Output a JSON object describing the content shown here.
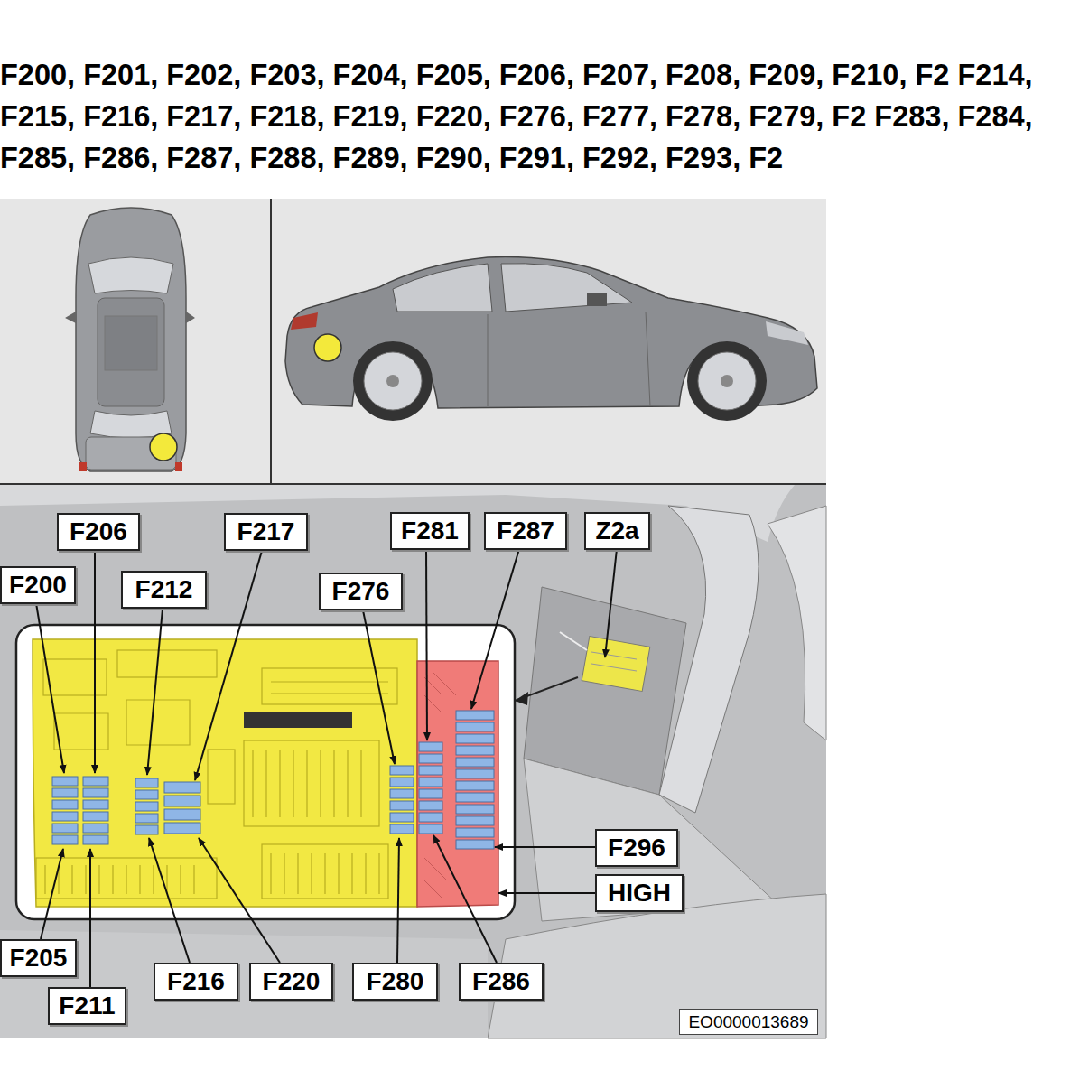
{
  "diagram": {
    "title": "F200, F201, F202, F203, F204, F205, F206, F207, F208, F209, F210, F2 F214, F215, F216, F217, F218, F219, F220, F276, F277, F278, F279, F2 F283, F284, F285, F286, F287, F288, F289, F290, F291, F292, F293, F2",
    "nodes": [
      {
        "text": [
          "F206"
        ]
      },
      {
        "text": [
          "F217"
        ]
      },
      {
        "text": [
          "F281"
        ]
      },
      {
        "text": [
          "F287"
        ]
      },
      {
        "text": [
          "Z2a"
        ]
      },
      {
        "text": [
          "F200"
        ]
      },
      {
        "text": [
          "F212"
        ]
      },
      {
        "text": [
          "F276"
        ]
      },
      {
        "text": [
          "F296"
        ]
      },
      {
        "text": [
          "HIGH"
        ]
      },
      {
        "text": [
          "F205"
        ]
      },
      {
        "text": [
          "F216"
        ]
      },
      {
        "text": [
          "F220"
        ]
      },
      {
        "text": [
          "F280"
        ]
      },
      {
        "text": [
          "F286"
        ]
      },
      {
        "text": [
          "F211"
        ]
      },
      {
        "text": [
          "EO0000013689"
        ]
      }
    ]
  }
}
